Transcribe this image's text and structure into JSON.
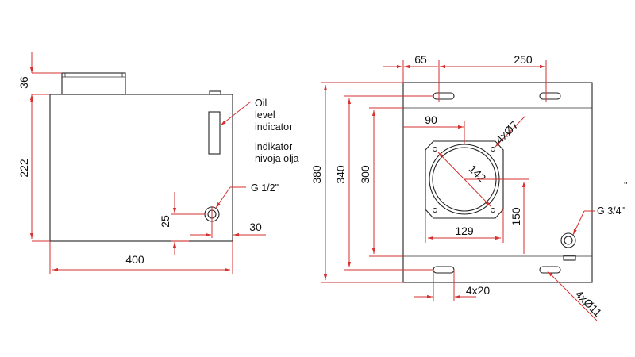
{
  "colors": {
    "dimension": "#d6312f",
    "outline": "#222222",
    "text": "#111111"
  },
  "side_view": {
    "dims": {
      "top_neck_height": "36",
      "body_height": "222",
      "port_height": "25",
      "port_offset": "30",
      "width": "400"
    },
    "labels": {
      "oil_1": "Oil",
      "oil_2": "level",
      "oil_3": "indicator",
      "indik_1": "indikator",
      "indik_2": "nivoja olja",
      "port_thread": "G 1/2\""
    }
  },
  "top_view": {
    "dims": {
      "slot_offset": "65",
      "slot_spacing": "250",
      "overall_height": "380",
      "slot_pitch": "340",
      "body_depth": "300",
      "flange_offset": "90",
      "flange_holes": "4xØ7",
      "flange_diag": "142",
      "flange_width": "129",
      "flange_height": "150",
      "slot_size": "4x20",
      "slot_holes": "4xØ11",
      "port_thread": "G 3/4\"",
      "stray_mark": "\""
    }
  }
}
